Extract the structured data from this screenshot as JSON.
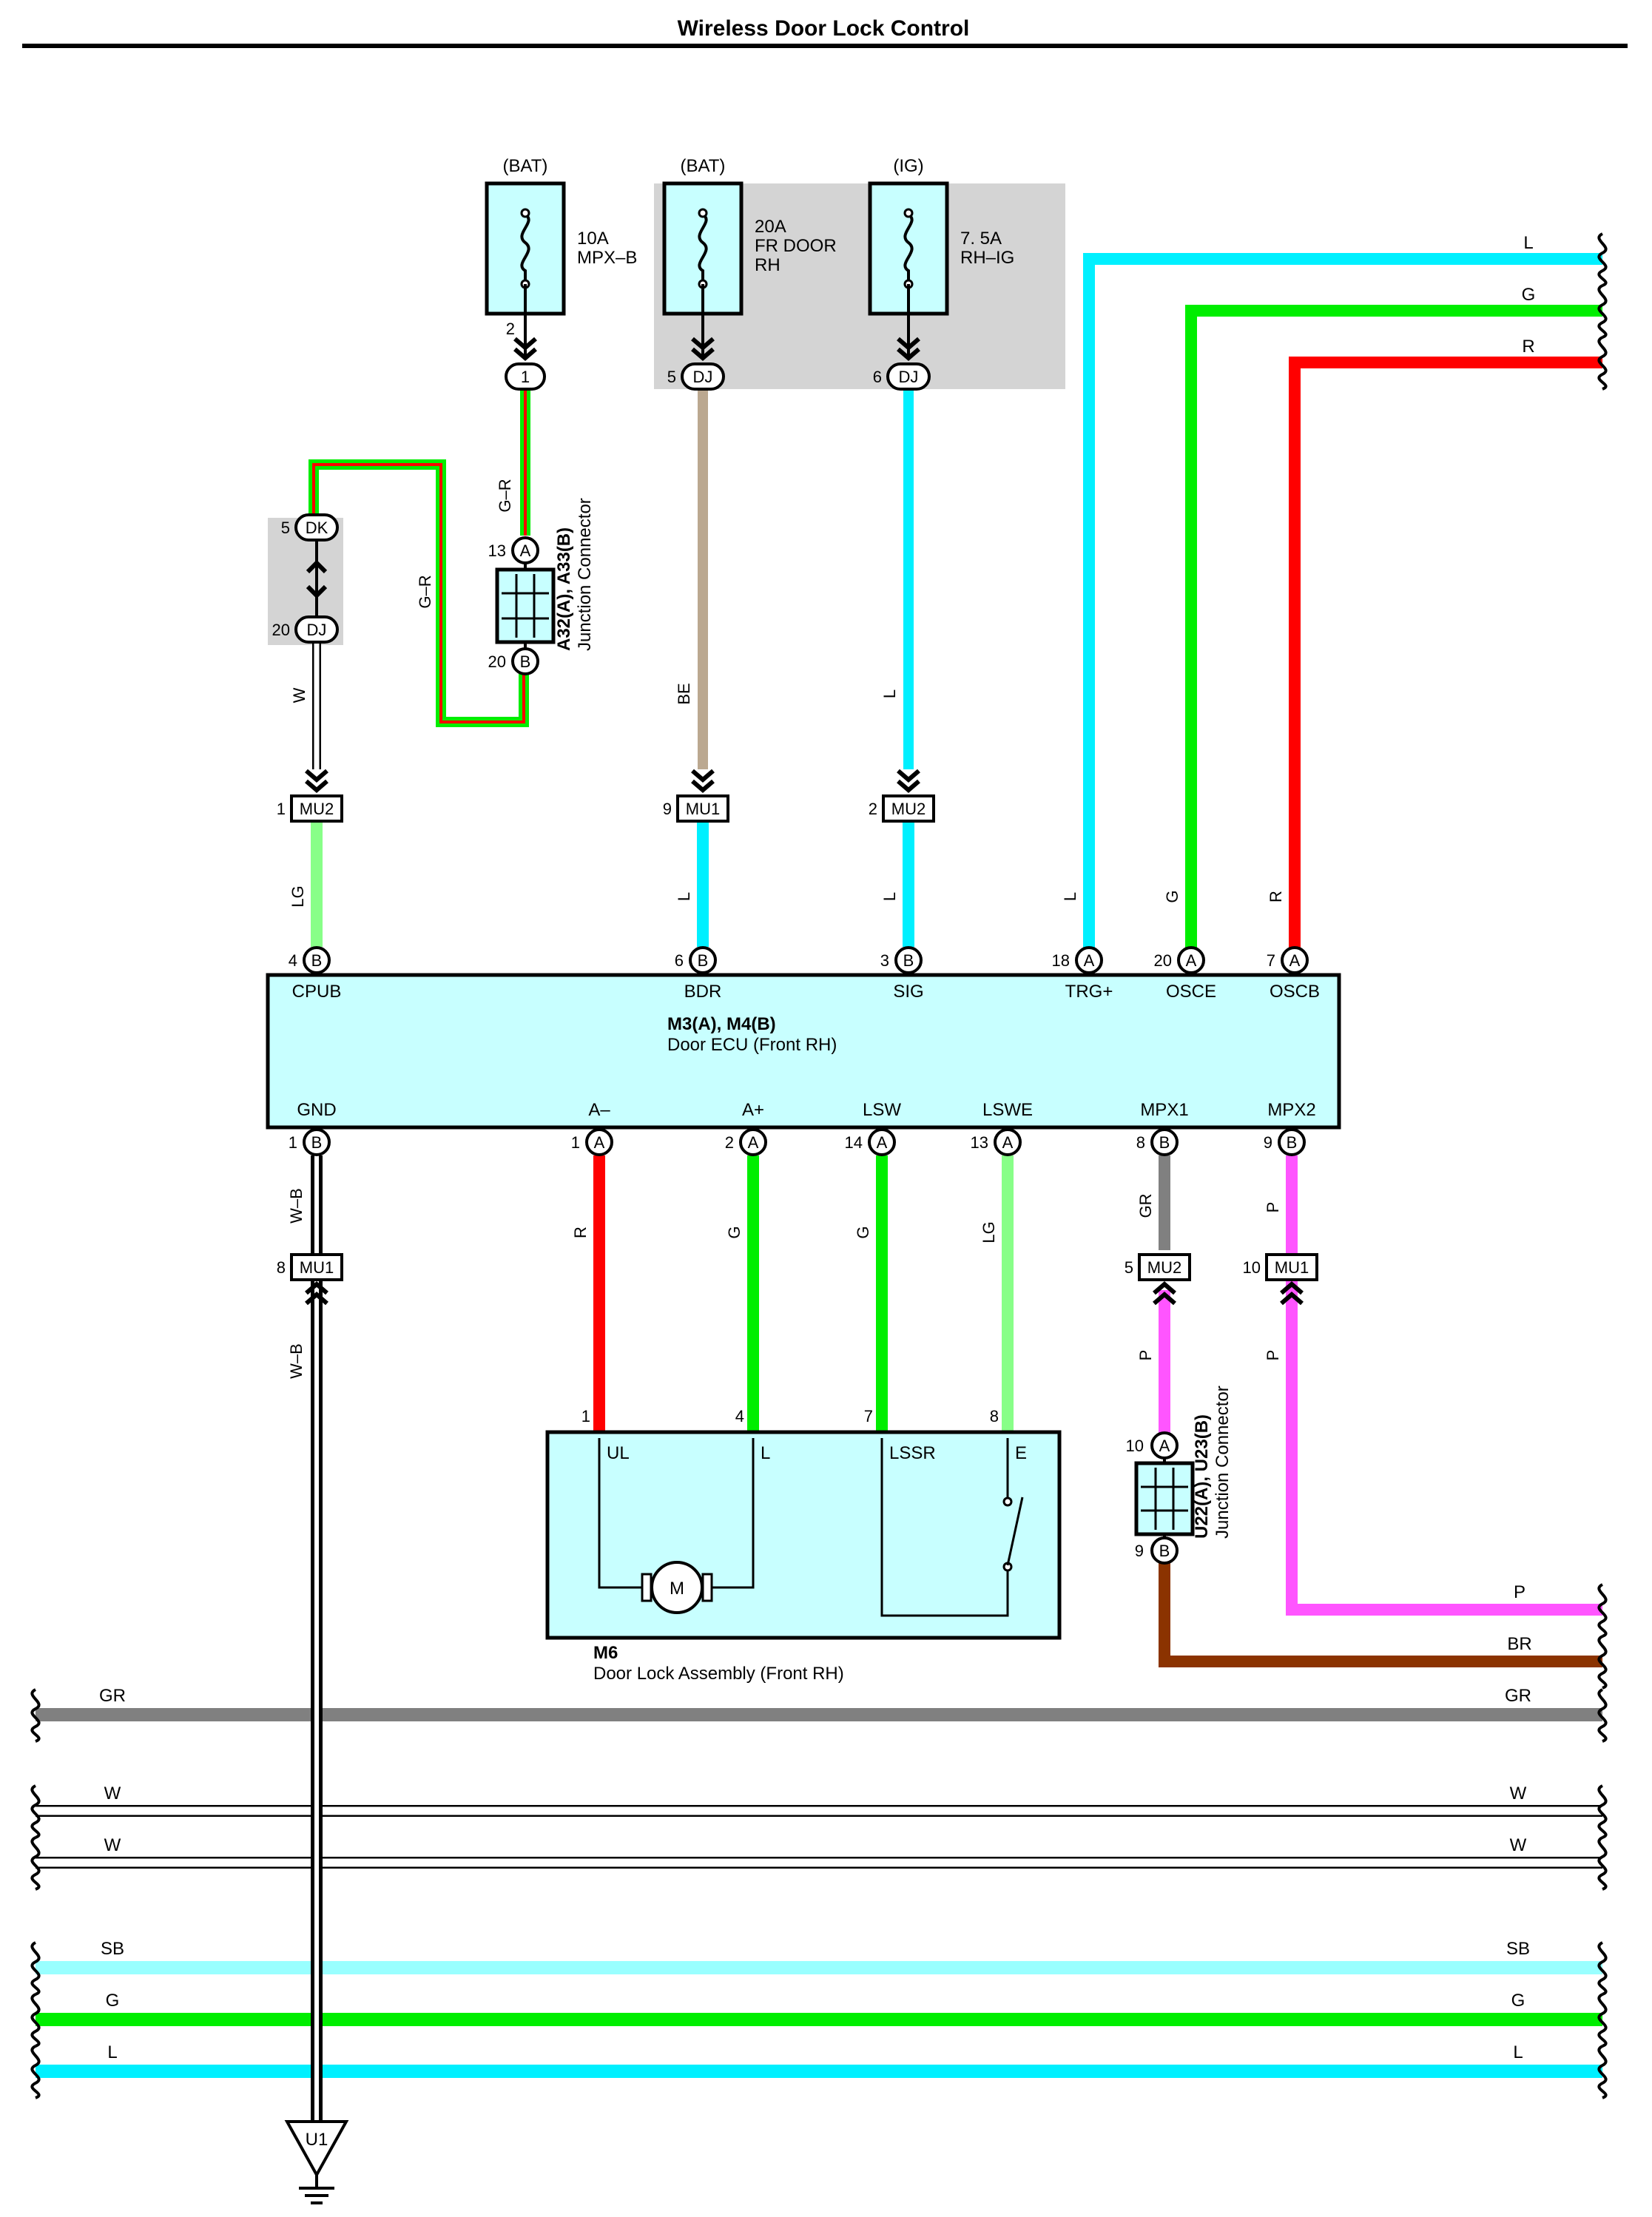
{
  "title": "Wireless Door Lock Control",
  "colors": {
    "L": "#00f0ff",
    "G": "#00ee00",
    "R": "#ff0000",
    "P": "#ff55ff",
    "BR": "#8b3300",
    "GR": "#808080",
    "SB": "#99ffff",
    "LG": "#88ff88",
    "BE": "#bba890",
    "W": "#ffffff",
    "component_fill": "#c8ffff",
    "shade": "#d4d4d4"
  },
  "fuses": [
    {
      "source": "(BAT)",
      "lines": [
        "10A",
        "MPX–B"
      ]
    },
    {
      "source": "(BAT)",
      "lines": [
        "20A",
        "FR DOOR",
        "RH"
      ]
    },
    {
      "source": "(IG)",
      "lines": [
        "7. 5A",
        "RH–IG"
      ]
    }
  ],
  "junction_a32": {
    "name": "A32(A), A33(B)",
    "desc": "Junction Connector",
    "pins": [
      "13",
      "20"
    ],
    "terminals": [
      "A",
      "B"
    ]
  },
  "junction_u22": {
    "name": "U22(A), U23(B)",
    "desc": "Junction Connector",
    "pins": [
      "10",
      "9"
    ],
    "terminals": [
      "A",
      "B"
    ]
  },
  "ecu": {
    "name": "M3(A), M4(B)",
    "desc": "Door ECU (Front RH)",
    "top_pins": [
      {
        "label": "CPUB",
        "pin": "4",
        "term": "B"
      },
      {
        "label": "BDR",
        "pin": "6",
        "term": "B"
      },
      {
        "label": "SIG",
        "pin": "3",
        "term": "B"
      },
      {
        "label": "TRG+",
        "pin": "18",
        "term": "A"
      },
      {
        "label": "OSCE",
        "pin": "20",
        "term": "A"
      },
      {
        "label": "OSCB",
        "pin": "7",
        "term": "A"
      }
    ],
    "bottom_pins": [
      {
        "label": "GND",
        "pin": "1",
        "term": "B"
      },
      {
        "label": "A–",
        "pin": "1",
        "term": "A"
      },
      {
        "label": "A+",
        "pin": "2",
        "term": "A"
      },
      {
        "label": "LSW",
        "pin": "14",
        "term": "A"
      },
      {
        "label": "LSWE",
        "pin": "13",
        "term": "A"
      },
      {
        "label": "MPX1",
        "pin": "8",
        "term": "B"
      },
      {
        "label": "MPX2",
        "pin": "9",
        "term": "B"
      }
    ]
  },
  "door_lock": {
    "name": "M6",
    "desc": "Door Lock Assembly (Front RH)",
    "pins": [
      "1",
      "4",
      "7",
      "8"
    ],
    "labels": [
      "UL",
      "L",
      "LSSR",
      "E"
    ],
    "motor": "M"
  },
  "connectors": {
    "c1": "1",
    "c1_pin": "2",
    "dj1": "DJ",
    "dj1_pin": "5",
    "dj2": "DJ",
    "dj2_pin": "6",
    "dk": "DK",
    "dk_pin": "5",
    "dj3": "DJ",
    "dj3_pin": "20",
    "mu2a": "MU2",
    "mu2a_pin": "1",
    "mu1a": "MU1",
    "mu1a_pin": "9",
    "mu2b": "MU2",
    "mu2b_pin": "2",
    "mu1b": "MU1",
    "mu1b_pin": "8",
    "mu2c": "MU2",
    "mu2c_pin": "5",
    "mu1c": "MU1",
    "mu1c_pin": "10"
  },
  "wire_labels": {
    "gr1": "G–R",
    "gr2": "G–R",
    "w": "W",
    "be": "BE",
    "l_sig": "L",
    "lg": "LG",
    "l_bdr": "L",
    "l_sig2": "L",
    "l_trg": "L",
    "g_osce": "G",
    "r_oscb": "R",
    "wb1": "W–B",
    "wb2": "W–B",
    "r_am": "R",
    "g_ap": "G",
    "g_lsw": "G",
    "lg_lswe": "LG",
    "gr_mpx1": "GR",
    "p_mpx2": "P",
    "p_mu2": "P",
    "p_mu1": "P"
  },
  "right_wires": [
    {
      "label": "L",
      "color": "L"
    },
    {
      "label": "G",
      "color": "G"
    },
    {
      "label": "R",
      "color": "R"
    },
    {
      "label": "P",
      "color": "P"
    },
    {
      "label": "BR",
      "color": "BR"
    }
  ],
  "bus_wires": [
    {
      "label": "GR",
      "color": "GR"
    },
    {
      "label": "W",
      "color": "W"
    },
    {
      "label": "W",
      "color": "W"
    },
    {
      "label": "SB",
      "color": "SB"
    },
    {
      "label": "G",
      "color": "G"
    },
    {
      "label": "L",
      "color": "L"
    }
  ],
  "ground": {
    "label": "U1"
  }
}
